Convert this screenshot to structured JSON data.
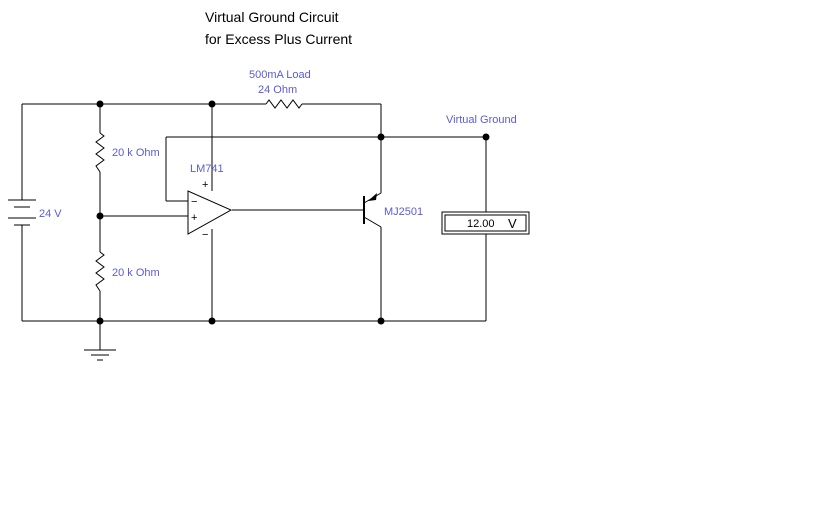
{
  "title": {
    "line1": "Virtual Ground Circuit",
    "line2": "for Excess Plus Current"
  },
  "colors": {
    "label": "#5b5bd6",
    "wire": "#000000",
    "background": "#ffffff"
  },
  "components": {
    "battery": {
      "label": "24 V"
    },
    "resistor_top": {
      "label": "20 k Ohm"
    },
    "resistor_bottom": {
      "label": "20 k Ohm"
    },
    "load": {
      "label_line1": "500mA Load",
      "label_line2": "24  Ohm"
    },
    "opamp": {
      "label": "LM741",
      "minus": "−",
      "plus": "+",
      "v_plus": "+",
      "v_minus": "−"
    },
    "transistor": {
      "label": "MJ2501"
    },
    "node_label": "Virtual Ground",
    "voltmeter": {
      "value": "12.00",
      "unit": "V"
    }
  }
}
